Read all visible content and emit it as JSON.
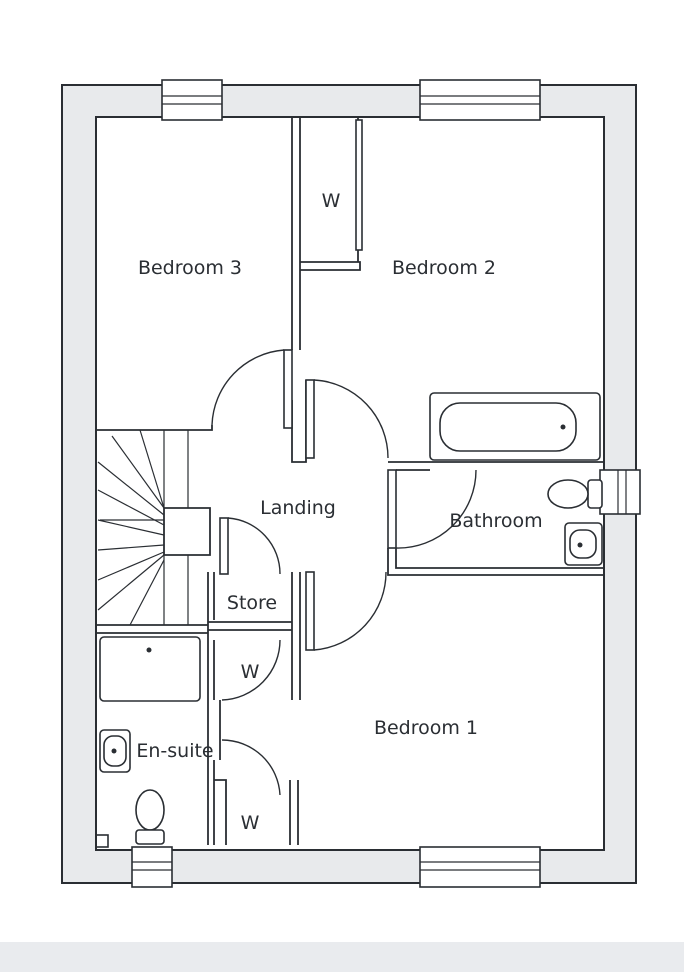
{
  "rooms": {
    "bedroom3": "Bedroom 3",
    "bedroom2": "Bedroom 2",
    "bedroom1": "Bedroom 1",
    "landing": "Landing",
    "bathroom": "Bathroom",
    "store": "Store",
    "ensuite": "En-suite",
    "wardrobe_top": "W",
    "wardrobe_mid": "W",
    "wardrobe_bottom": "W"
  }
}
